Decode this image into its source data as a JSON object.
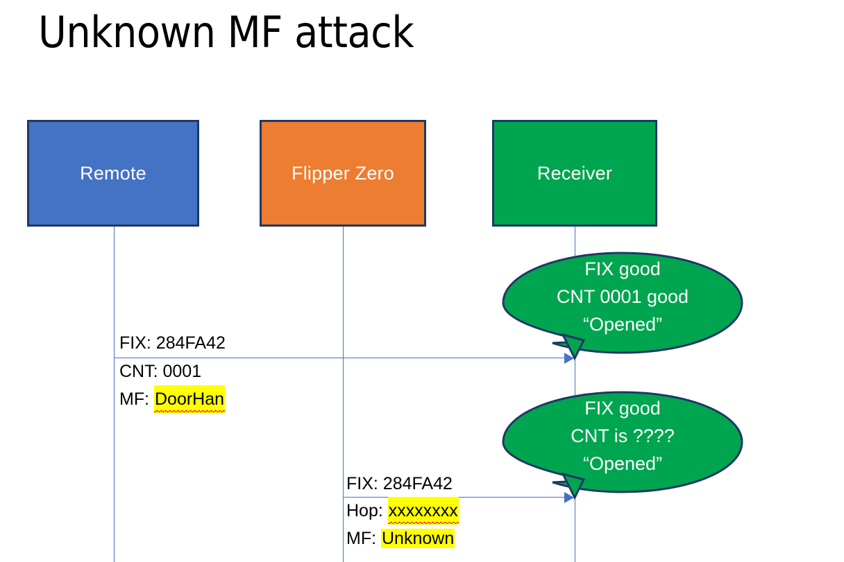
{
  "slide": {
    "title": "Unknown MF attack",
    "background_color": "#FFFFFF"
  },
  "palette": {
    "remote_fill": "#4472C4",
    "flipper_fill": "#ED7D31",
    "receiver_fill": "#00A550",
    "box_border": "#1F3864",
    "lifeline": "#4472C4",
    "arrow": "#4472C4",
    "bubble_fill": "#00A550",
    "bubble_border": "#1F3864",
    "highlight": "#FFFF00",
    "spellcheck_underline": "#FF0000",
    "text_on_fill": "#FFFFFF",
    "text_body": "#000000"
  },
  "actors": [
    {
      "id": "remote",
      "label": "Remote"
    },
    {
      "id": "flipper",
      "label": "Flipper Zero"
    },
    {
      "id": "receiver",
      "label": "Receiver"
    }
  ],
  "messages": [
    {
      "id": "msg-remote-to-receiver",
      "from": "remote",
      "to": "receiver",
      "lines": [
        {
          "prefix": "FIX: ",
          "value": "284FA42",
          "highlight": false,
          "spellcheck": false
        },
        {
          "prefix": "CNT: ",
          "value": "0001",
          "highlight": false,
          "spellcheck": false
        },
        {
          "prefix": "MF: ",
          "value": "DoorHan",
          "highlight": true,
          "spellcheck": true
        }
      ]
    },
    {
      "id": "msg-flipper-to-receiver",
      "from": "flipper",
      "to": "receiver",
      "lines": [
        {
          "prefix": "FIX: ",
          "value": "284FA42",
          "highlight": false,
          "spellcheck": false
        },
        {
          "prefix": "Hop: ",
          "value": "xxxxxxxx",
          "highlight": true,
          "spellcheck": true
        },
        {
          "prefix": "MF: ",
          "value": "Unknown",
          "highlight": true,
          "spellcheck": false
        }
      ]
    }
  ],
  "callouts": [
    {
      "id": "callout-good",
      "attached_to": "msg-remote-to-receiver",
      "lines": [
        "FIX good",
        "CNT 0001 good",
        "“Opened”"
      ]
    },
    {
      "id": "callout-unknown",
      "attached_to": "msg-flipper-to-receiver",
      "lines": [
        "FIX good",
        "CNT is ????",
        "“Opened”"
      ]
    }
  ]
}
